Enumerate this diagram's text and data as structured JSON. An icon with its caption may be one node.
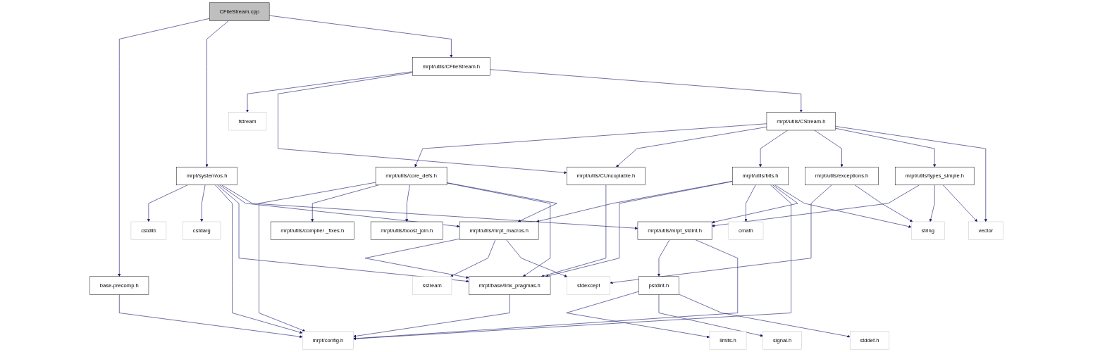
{
  "diagram": {
    "nodes": [
      {
        "text": [
          "CFileStream.cpp"
        ]
      },
      {
        "text": [
          "base-precomp.h"
        ]
      },
      {
        "text": [
          "mrpt/system/os.h"
        ]
      },
      {
        "text": [
          "mrpt/utils/CFileStream.h"
        ]
      },
      {
        "text": [
          "fstream"
        ]
      },
      {
        "text": [
          "mrpt/utils/CStream.h"
        ]
      },
      {
        "text": [
          "mrpt/utils/core_defs.h"
        ]
      },
      {
        "text": [
          "mrpt/utils/CUncopiable.h"
        ]
      },
      {
        "text": [
          "mrpt/utils/bits.h"
        ]
      },
      {
        "text": [
          "mrpt/utils/exceptions.h"
        ]
      },
      {
        "text": [
          "mrpt/utils/types_simple.h"
        ]
      },
      {
        "text": [
          "cstdlib"
        ]
      },
      {
        "text": [
          "cstdarg"
        ]
      },
      {
        "text": [
          "mrpt/utils/compiler _fixes.h"
        ]
      },
      {
        "text": [
          "mrpt/utils/boost_join.h"
        ]
      },
      {
        "text": [
          "mrpt/utils/mrpt_macros.h"
        ]
      },
      {
        "text": [
          "cmath"
        ]
      },
      {
        "text": [
          "mrpt/utils/mrpt_stdint.h"
        ]
      },
      {
        "text": [
          "string"
        ]
      },
      {
        "text": [
          "vector"
        ]
      },
      {
        "text": [
          "mrpt/base/link_pragmas.h"
        ]
      },
      {
        "text": [
          "sstream"
        ]
      },
      {
        "text": [
          "stdexcept"
        ]
      },
      {
        "text": [
          "pstdint.h"
        ]
      },
      {
        "text": [
          "mrpt/config.h"
        ]
      },
      {
        "text": [
          "limits.h"
        ]
      },
      {
        "text": [
          "signal.h"
        ]
      },
      {
        "text": [
          "stddef.h"
        ]
      }
    ],
    "edges": [
      {
        "from": 0,
        "to": 1,
        "arrow": "to"
      },
      {
        "from": 0,
        "to": 2,
        "arrow": "to"
      },
      {
        "from": 0,
        "to": 3,
        "arrow": "to"
      },
      {
        "from": 1,
        "to": 24,
        "arrow": "to"
      },
      {
        "from": 3,
        "to": 4,
        "arrow": "to"
      },
      {
        "from": 3,
        "to": 7,
        "arrow": "to"
      },
      {
        "from": 3,
        "to": 5,
        "arrow": "to"
      },
      {
        "from": 5,
        "to": 6,
        "arrow": "to"
      },
      {
        "from": 5,
        "to": 7,
        "arrow": "to"
      },
      {
        "from": 5,
        "to": 8,
        "arrow": "to"
      },
      {
        "from": 5,
        "to": 9,
        "arrow": "to"
      },
      {
        "from": 5,
        "to": 10,
        "arrow": "to"
      },
      {
        "from": 5,
        "to": 19,
        "arrow": "to"
      },
      {
        "from": 2,
        "to": 11,
        "arrow": "to"
      },
      {
        "from": 2,
        "to": 12,
        "arrow": "to"
      },
      {
        "from": 2,
        "to": 24,
        "arrow": "to"
      },
      {
        "from": 2,
        "to": 20,
        "arrow": "to"
      },
      {
        "from": 2,
        "to": 15,
        "arrow": "to"
      },
      {
        "from": 2,
        "to": 17,
        "arrow": "to"
      },
      {
        "from": 6,
        "to": 24,
        "arrow": "to"
      },
      {
        "from": 6,
        "to": 13,
        "arrow": "to"
      },
      {
        "from": 6,
        "to": 14,
        "arrow": "to"
      },
      {
        "from": 6,
        "to": 20,
        "arrow": "to"
      },
      {
        "from": 6,
        "to": 15,
        "arrow": "to"
      },
      {
        "from": 7,
        "to": 20,
        "arrow": "to"
      },
      {
        "from": 8,
        "to": 15,
        "arrow": "to"
      },
      {
        "from": 8,
        "to": 20,
        "arrow": "to"
      },
      {
        "from": 8,
        "to": 16,
        "arrow": "to"
      },
      {
        "from": 8,
        "to": 24,
        "arrow": "to"
      },
      {
        "from": 8,
        "to": 17,
        "arrow": "to"
      },
      {
        "from": 8,
        "to": 18,
        "arrow": "to"
      },
      {
        "from": 9,
        "to": 22,
        "arrow": "to"
      },
      {
        "from": 9,
        "to": 18,
        "arrow": "to"
      },
      {
        "from": 10,
        "to": 17,
        "arrow": "to"
      },
      {
        "from": 10,
        "to": 18,
        "arrow": "to"
      },
      {
        "from": 10,
        "to": 19,
        "arrow": "to"
      },
      {
        "from": 15,
        "to": 20,
        "arrow": "to"
      },
      {
        "from": 15,
        "to": 21,
        "arrow": "to"
      },
      {
        "from": 15,
        "to": 22,
        "arrow": "to"
      },
      {
        "from": 17,
        "to": 23,
        "arrow": "to"
      },
      {
        "from": 17,
        "to": 24,
        "arrow": "to"
      },
      {
        "from": 20,
        "to": 24,
        "arrow": "to"
      },
      {
        "from": 23,
        "to": 25,
        "arrow": "to"
      },
      {
        "from": 23,
        "to": 26,
        "arrow": "to"
      },
      {
        "from": 23,
        "to": 27,
        "arrow": "to"
      }
    ]
  }
}
